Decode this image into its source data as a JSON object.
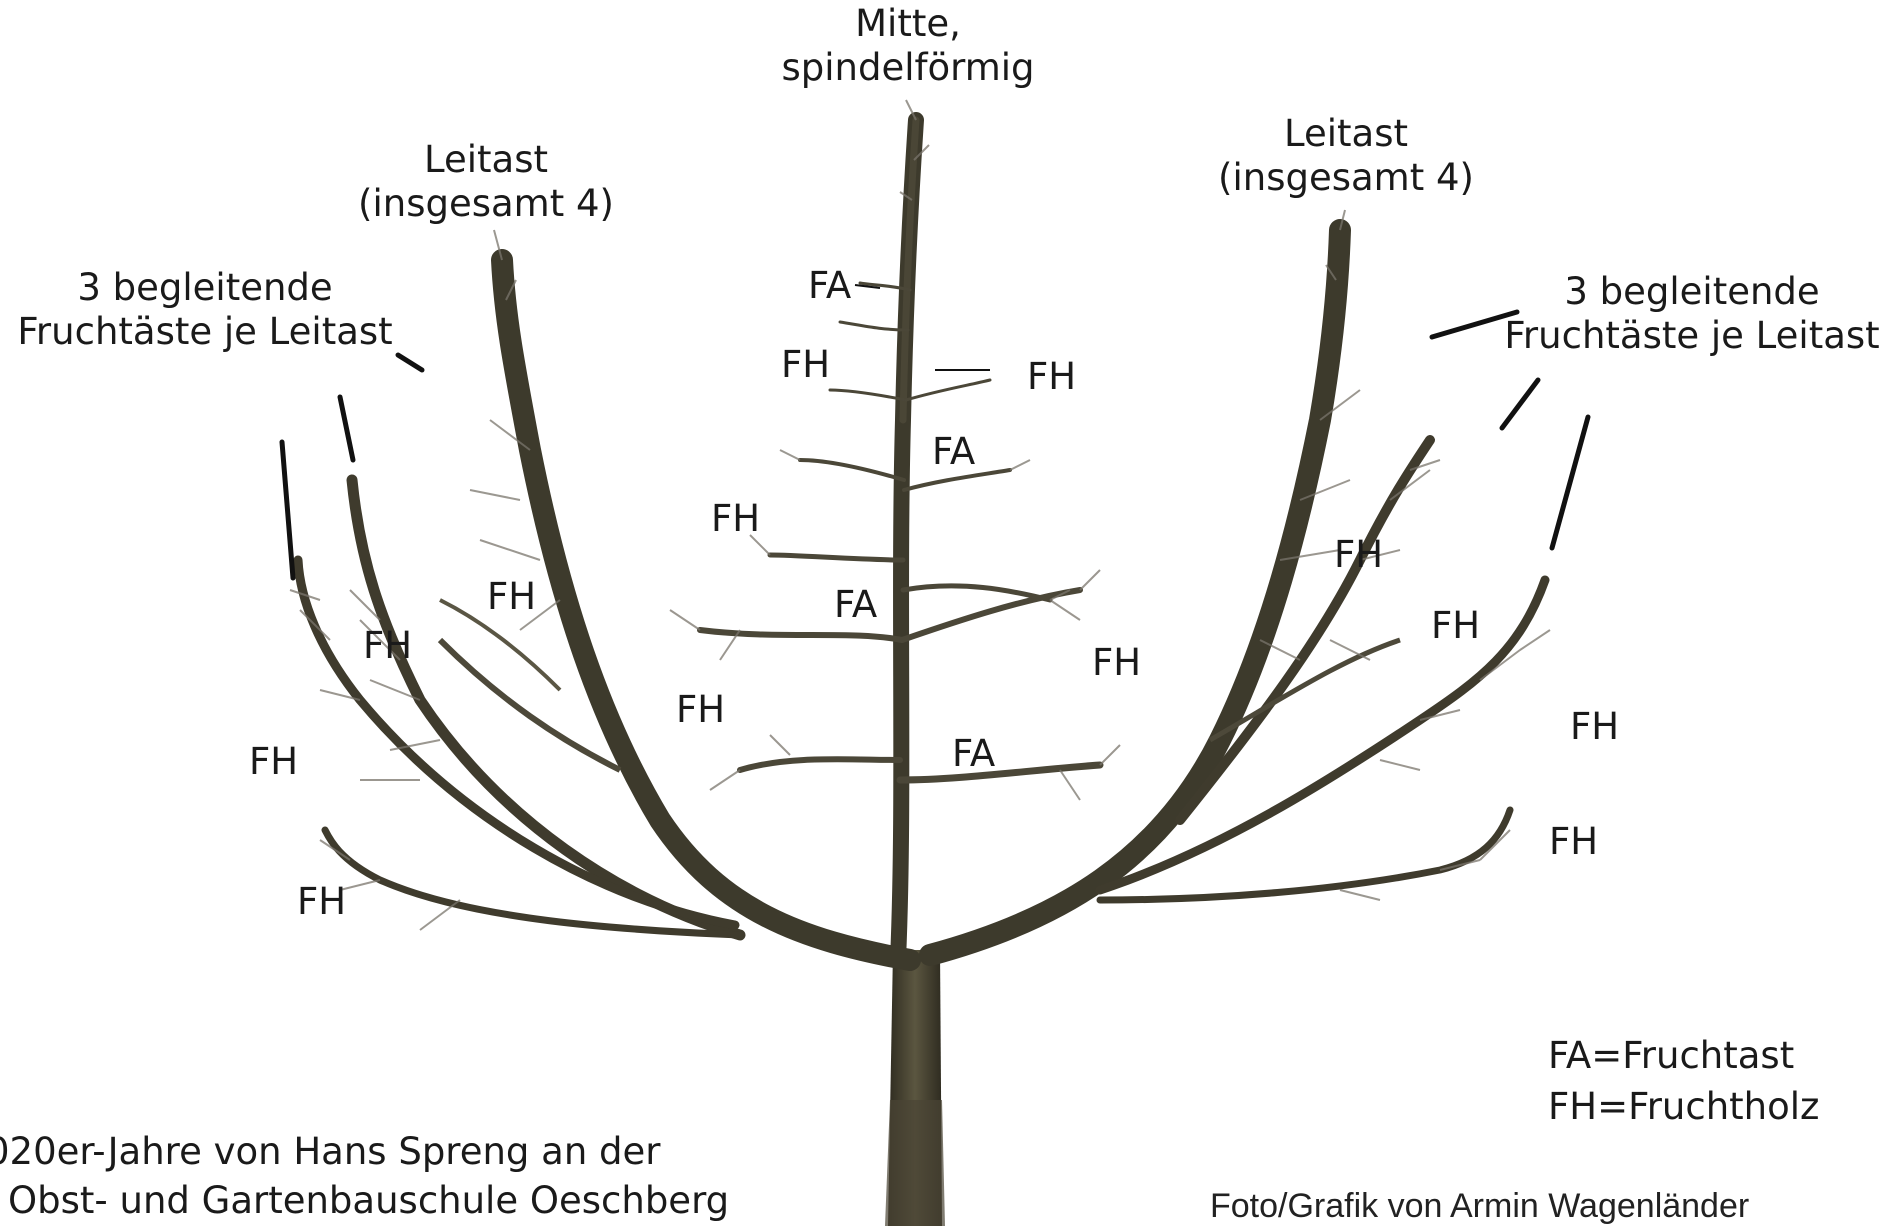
{
  "labels": {
    "center_top_line1": "Mitte,",
    "center_top_line2": "spindelförmig",
    "leitast_left_line1": "Leitast",
    "leitast_left_line2": "(insgesamt 4)",
    "leitast_right_line1": "Leitast",
    "leitast_right_line2": "(insgesamt 4)",
    "frucht_left_line1": "3 begleitende",
    "frucht_left_line2": "Fruchtäste je Leitast",
    "frucht_right_line1": "3 begleitende",
    "frucht_right_line2": "Fruchtäste je Leitast"
  },
  "markers": {
    "fa": "FA",
    "fh": "FH"
  },
  "legend": {
    "fa": "FA=Fruchtast",
    "fh": "FH=Fruchtholz"
  },
  "caption": {
    "line1": "020er-Jahre von Hans Spreng an der",
    "line2": "Obst- und Gartenbauschule Oeschberg"
  },
  "credit": "Foto/Grafik von Armin Wagenländer",
  "colors": {
    "bark": "#3d3a2c",
    "bark_light": "#5a5644",
    "twig": "#6b6660",
    "text": "#1a1a1a",
    "background": "#ffffff"
  }
}
